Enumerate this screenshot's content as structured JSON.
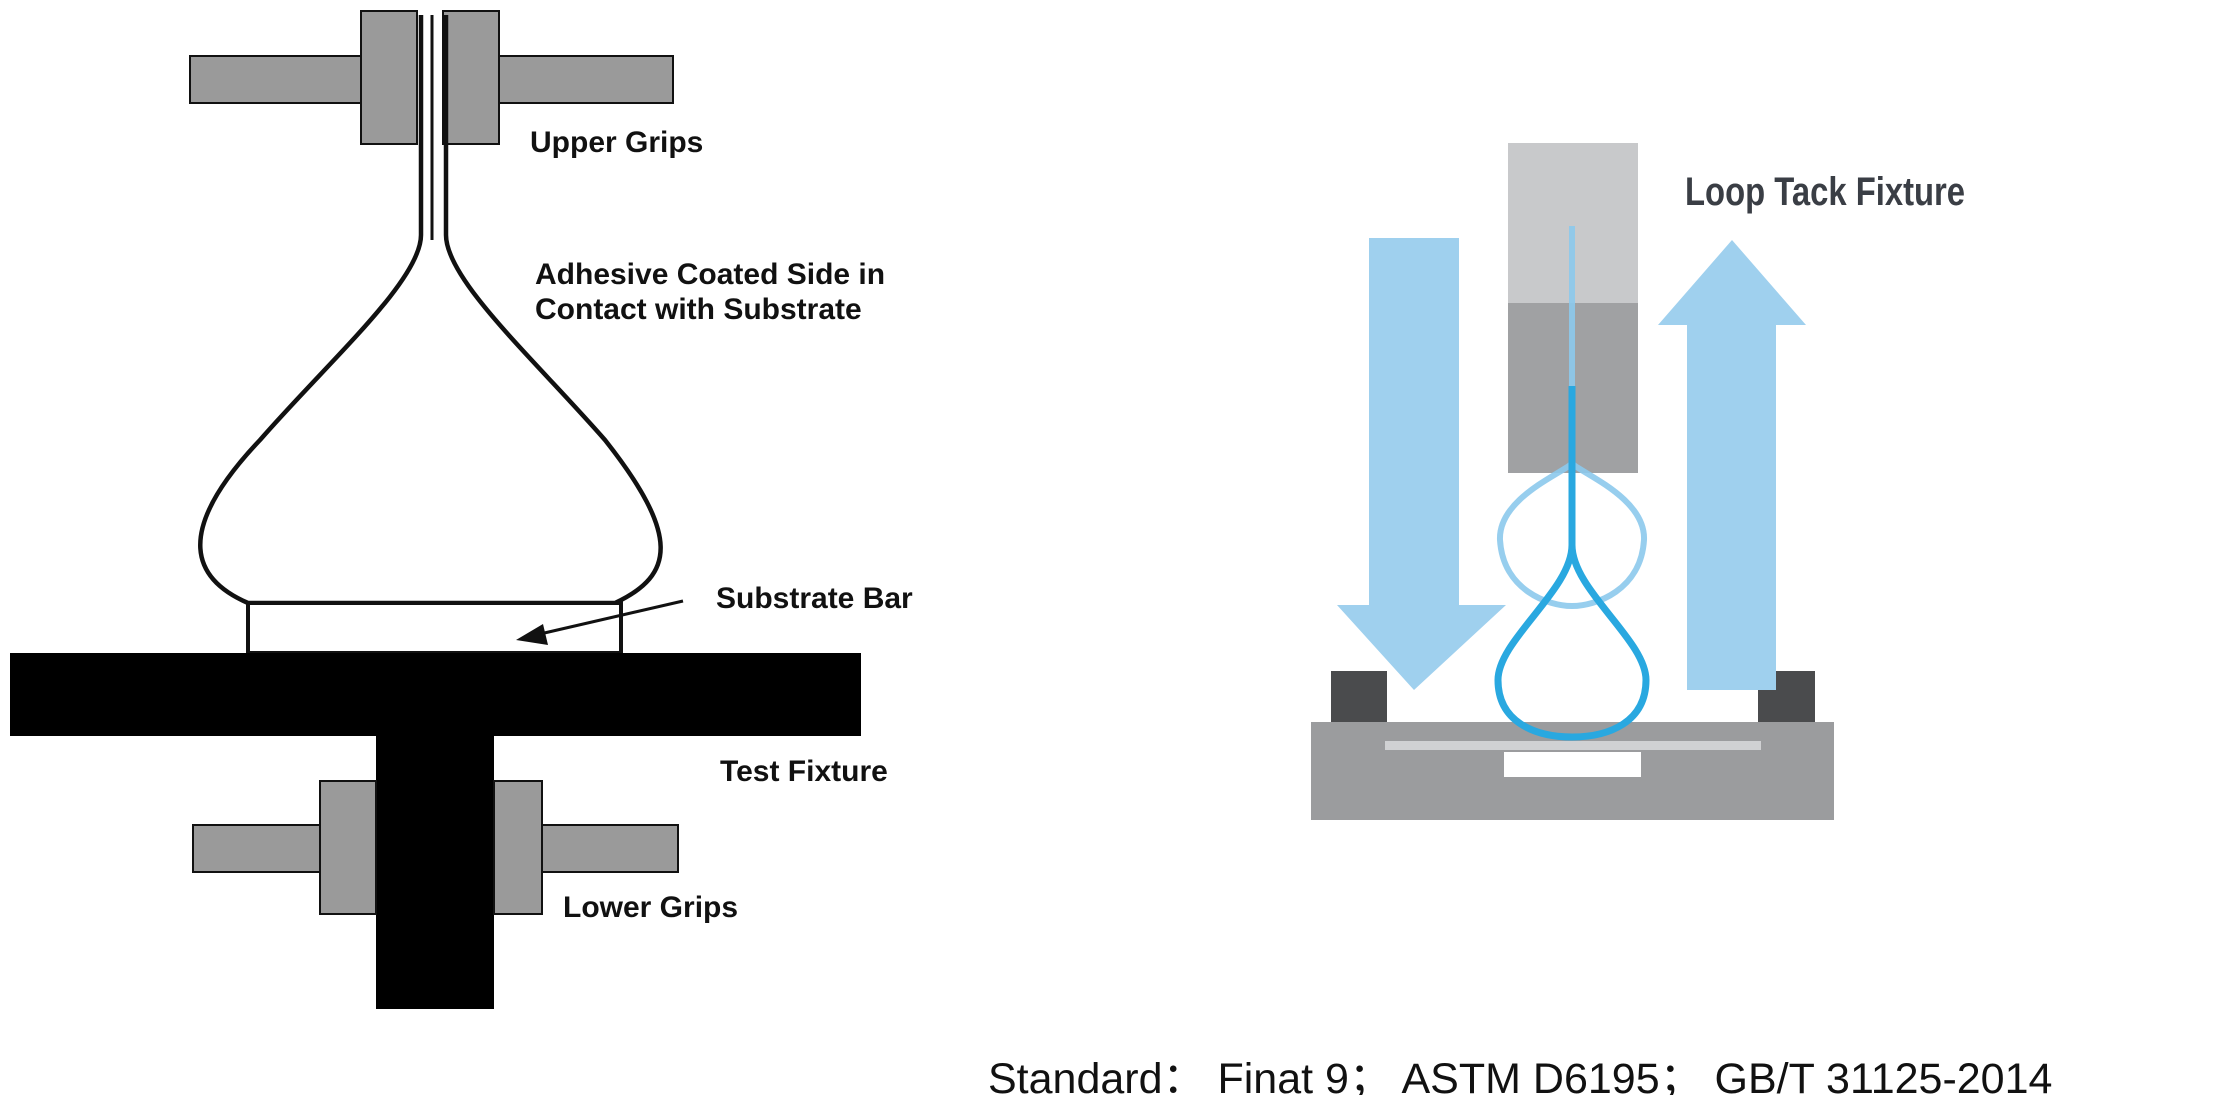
{
  "left_diagram": {
    "labels": {
      "upper_grips": "Upper Grips",
      "adhesive_side": "Adhesive Coated Side in\nContact with Substrate",
      "substrate_bar": "Substrate Bar",
      "test_fixture": "Test Fixture",
      "lower_grips": "Lower Grips"
    },
    "colors": {
      "grip_gray": "#9a9a9a",
      "fixture_black": "#000000",
      "stroke": "#111111"
    }
  },
  "right_diagram": {
    "title": "Loop Tack Fixture",
    "colors": {
      "arrow_blue": "#9fd0ee",
      "loop_blue": "#29a8e0",
      "loop_ghost": "#8cc9ec",
      "clamp_light": "#c8c9cb",
      "clamp_dark": "#a0a1a3",
      "base_gray": "#9b9c9e",
      "block_dark": "#4a4b4d"
    }
  },
  "footer": {
    "standard": "Standard： Finat 9； ASTM D6195； GB/T 31125-2014"
  }
}
